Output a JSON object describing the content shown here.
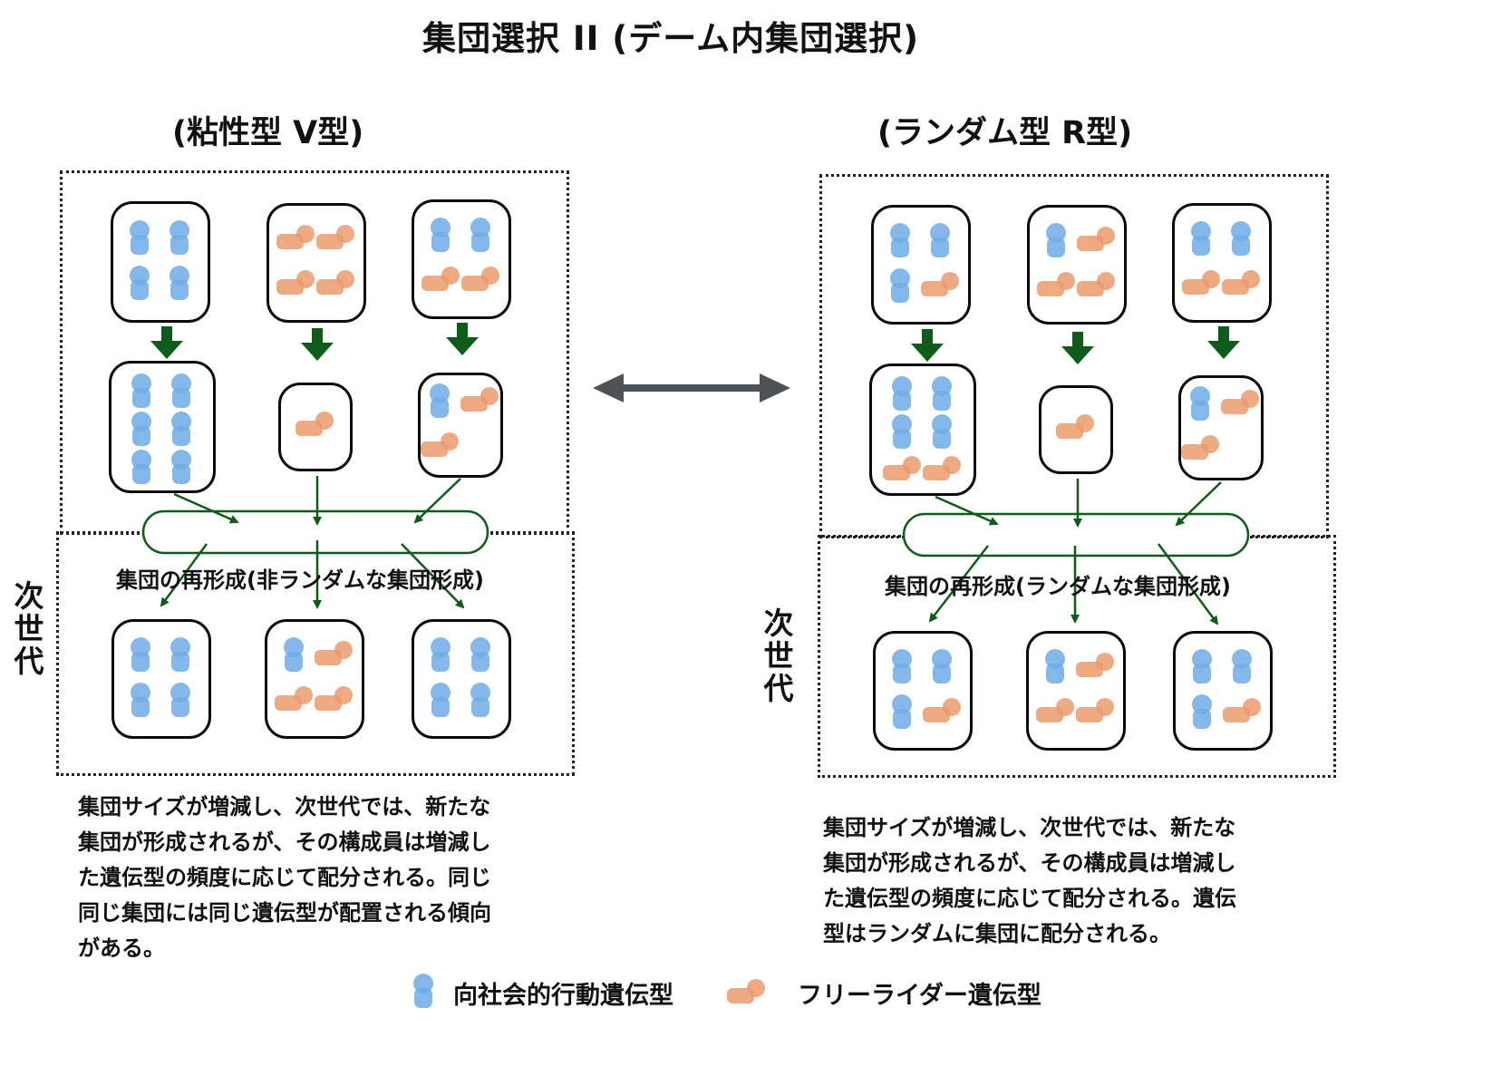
{
  "title": "集団選択 II (デーム内集団選択)",
  "panels": {
    "left": {
      "subtitle": "(粘性型 V型)",
      "reform_label": "集団の再形成(非ランダムな集団形成)",
      "next_gen_label": "次世代",
      "description_lines": [
        "集団サイズが増減し、次世代では、新たな",
        "集団が形成されるが、その構成員は増減し",
        "た遺伝型の頻度に応じて配分される。同じ",
        "同じ集団には同じ遺伝型が配置される傾向",
        "がある。"
      ],
      "initial_groups": [
        {
          "prosocial": 4,
          "freerider": 0
        },
        {
          "prosocial": 0,
          "freerider": 4
        },
        {
          "prosocial": 2,
          "freerider": 2
        }
      ],
      "grown_groups": [
        {
          "prosocial": 6,
          "freerider": 0
        },
        {
          "prosocial": 0,
          "freerider": 1
        },
        {
          "prosocial": 1,
          "freerider": 2
        }
      ],
      "next_groups": [
        {
          "prosocial": 4,
          "freerider": 0
        },
        {
          "prosocial": 1,
          "freerider": 3
        },
        {
          "prosocial": 4,
          "freerider": 0
        }
      ]
    },
    "right": {
      "subtitle": "(ランダム型 R型)",
      "reform_label": "集団の再形成(ランダムな集団形成)",
      "next_gen_label": "次世代",
      "description_lines": [
        "集団サイズが増減し、次世代では、新たな",
        "集団が形成されるが、その構成員は増減し",
        "た遺伝型の頻度に応じて配分される。遺伝",
        "型はランダムに集団に配分される。"
      ],
      "initial_groups": [
        {
          "prosocial": 3,
          "freerider": 1
        },
        {
          "prosocial": 1,
          "freerider": 3
        },
        {
          "prosocial": 2,
          "freerider": 2
        }
      ],
      "grown_groups": [
        {
          "prosocial": 4,
          "freerider": 2
        },
        {
          "prosocial": 0,
          "freerider": 1
        },
        {
          "prosocial": 1,
          "freerider": 2
        }
      ],
      "next_groups": [
        {
          "prosocial": 3,
          "freerider": 1
        },
        {
          "prosocial": 1,
          "freerider": 3
        },
        {
          "prosocial": 3,
          "freerider": 1
        }
      ]
    }
  },
  "legend": {
    "prosocial_label": "向社会的行動遺伝型",
    "freerider_label": "フリーライダー遺伝型"
  },
  "colors": {
    "prosocial": "#6eace8",
    "freerider": "#ea9b6d",
    "arrow_green": "#0f5c1a",
    "double_arrow": "#4d5257"
  }
}
